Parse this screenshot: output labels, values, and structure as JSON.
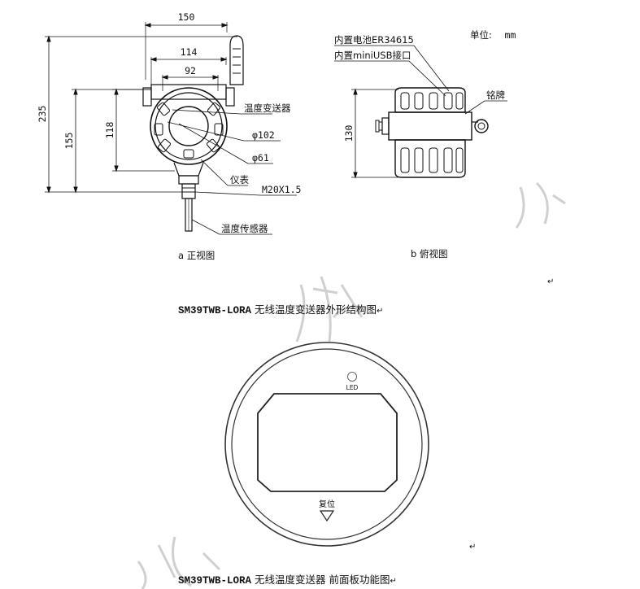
{
  "units": {
    "label": "单位:",
    "value": "mm"
  },
  "front_view": {
    "dim_150": "150",
    "dim_114": "114",
    "dim_92": "92",
    "dim_235": "235",
    "dim_155": "155",
    "dim_118": "118",
    "label_transmitter": "温度变送器",
    "label_phi102": "φ102",
    "label_phi61": "φ61",
    "label_instrument": "仪表",
    "label_thread": "M20X1.5",
    "label_sensor": "温度传感器",
    "caption": "a 正视图"
  },
  "top_view": {
    "label_battery": "内置电池ER34615",
    "label_usb": "内置miniUSB接口",
    "label_nameplate": "铭牌",
    "dim_130": "130",
    "caption": "b 俯视图"
  },
  "figure1_caption": {
    "model": "SM39TWB-LORA",
    "text": " 无线温度变送器外形结构图"
  },
  "panel": {
    "led_label": "LED",
    "reset_label": "复位"
  },
  "figure2_caption": {
    "model": "SM39TWB-LORA",
    "text": " 无线温度变送器 前面板功能图"
  },
  "return_mark": "↵"
}
